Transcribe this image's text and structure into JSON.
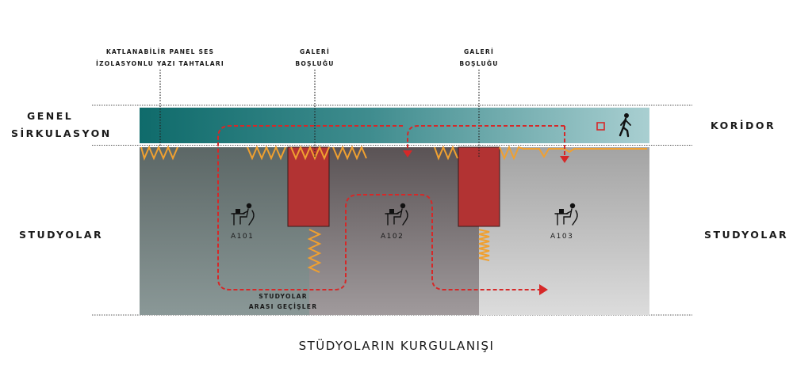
{
  "labels": {
    "genel": "GENEL",
    "sirkulasyon": "SİRKULASYON",
    "koridor": "KORİDOR",
    "studyolar_left": "STUDYOLAR",
    "studyolar_right": "STUDYOLAR",
    "panel_line1": "KATLANABİLİR PANEL SES",
    "panel_line2": "İZOLASYONLU YAZI TAHTALARI",
    "galeri1_line1": "GALERİ",
    "galeri1_line2": "BOŞLUĞU",
    "galeri2_line1": "GALERİ",
    "galeri2_line2": "BOŞLUĞU",
    "gecis_line1": "STUDYOLAR",
    "gecis_line2": "ARASI GEÇİŞLER"
  },
  "rooms": [
    "A101",
    "A102",
    "A103"
  ],
  "caption": "STÜDYOLARIN KURGULANIŞI",
  "colors": {
    "corridor_start": "#0f6b6b",
    "corridor_end": "#a9cfd1",
    "gallery": "#b23333",
    "accent_orange": "#f0a030",
    "path_red": "#d62828"
  }
}
